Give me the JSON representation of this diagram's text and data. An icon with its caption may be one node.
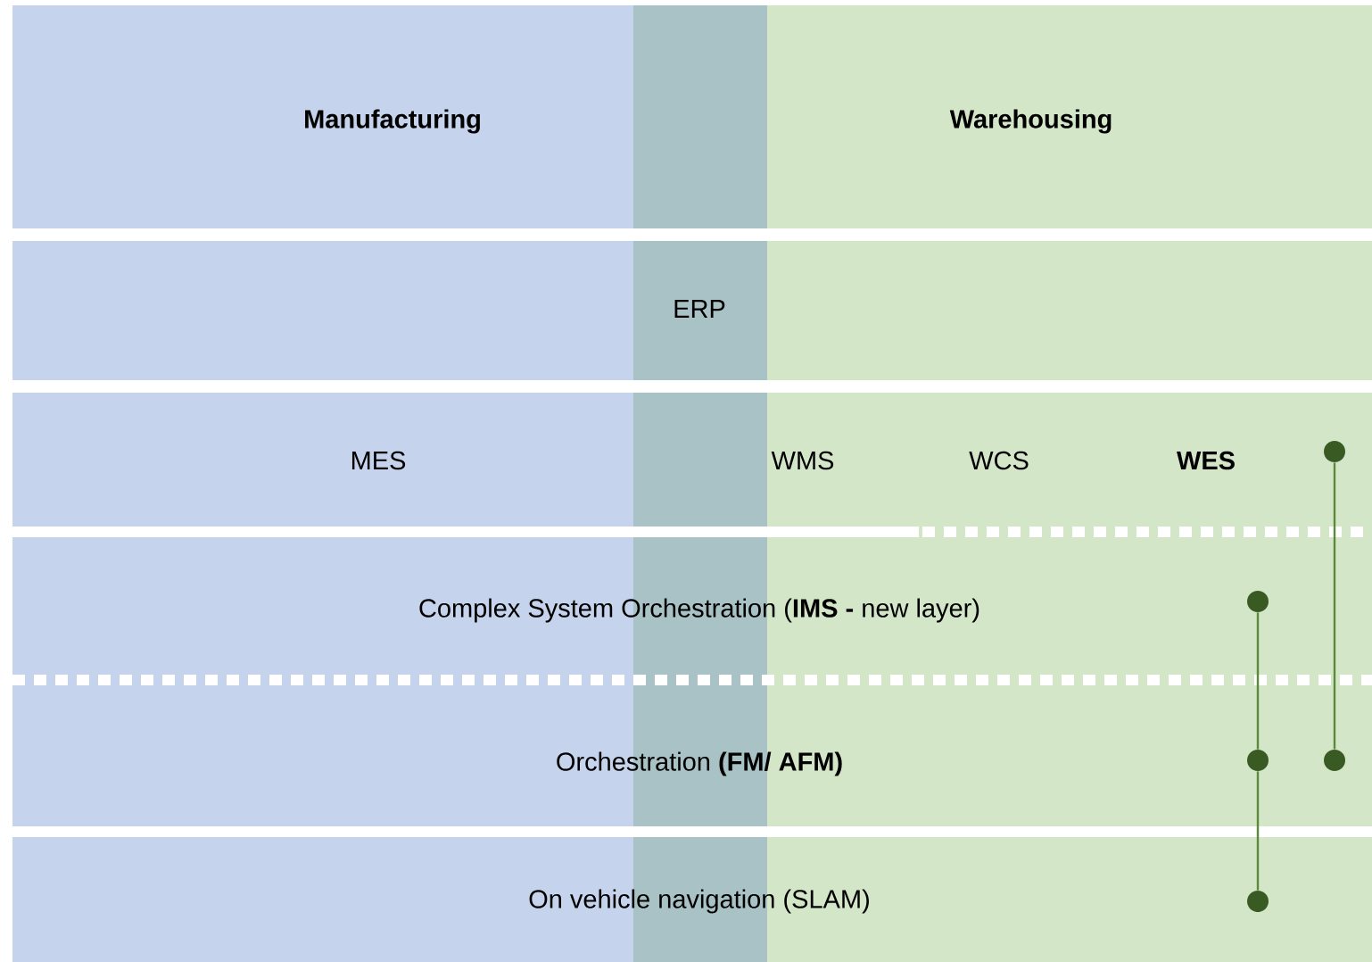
{
  "diagram": {
    "nodes": [
      {
        "text": [],
        "shape": "circle"
      },
      {
        "text": [],
        "shape": "circle"
      },
      {
        "text": [],
        "shape": "circle"
      },
      {
        "text": [],
        "shape": "circle"
      },
      {
        "text": [],
        "shape": "circle"
      }
    ],
    "edges": [
      {
        "from": 0,
        "to": 3,
        "arrow": "none"
      },
      {
        "from": 1,
        "to": 2,
        "arrow": "none"
      },
      {
        "from": 2,
        "to": 4,
        "arrow": "none"
      }
    ],
    "labels": [
      "Manufacturing",
      "Warehousing",
      "ERP",
      "MES",
      "WMS",
      "WCS",
      "WES",
      "Complex System Orchestration (**IMS -** new layer)",
      "Orchestration **(FM/ AFM)**",
      "On vehicle navigation (SLAM)"
    ]
  }
}
